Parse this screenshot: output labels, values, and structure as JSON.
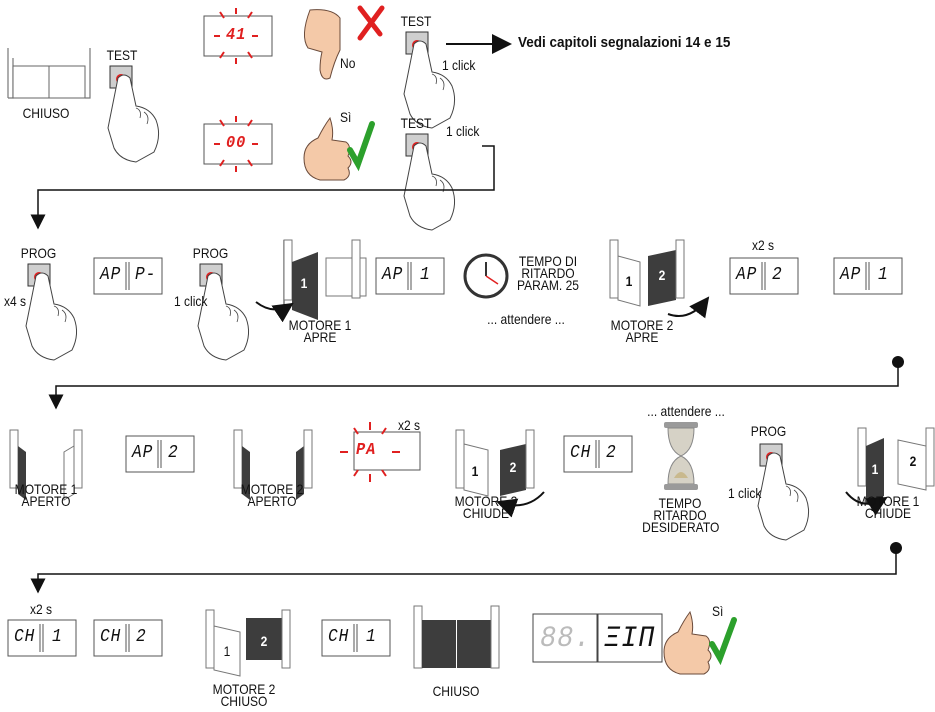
{
  "row1": {
    "gate_label": "CHIUSO",
    "test_label": "TEST",
    "err_display": "41",
    "no_label": "No",
    "test_label_2": "TEST",
    "one_click": "1 click",
    "see_chapters": "Vedi capitoli segnalazioni 14 e 15",
    "ok_display": "00",
    "si_label": "Sì",
    "test_label_3": "TEST",
    "one_click_2": "1 click"
  },
  "row2": {
    "prog_label": "PROG",
    "x4s": "x4 s",
    "disp1_a": "AP",
    "disp1_b": "P-",
    "prog_label_2": "PROG",
    "one_click": "1 click",
    "motor1_num": "1",
    "motor1_label_1": "MOTORE 1",
    "motor1_label_2": "APRE",
    "disp2_a": "AP",
    "disp2_b": "1",
    "delay_1": "TEMPO DI",
    "delay_2": "RITARDO",
    "delay_3": "PARAM. 25",
    "wait": "... attendere ...",
    "m2_num_a": "1",
    "m2_num_b": "2",
    "motor2_label_1": "MOTORE 2",
    "motor2_label_2": "APRE",
    "x2s": "x2 s",
    "disp3_a": "AP",
    "disp3_b": "2",
    "disp4_a": "AP",
    "disp4_b": "1"
  },
  "row3": {
    "m1_open_1": "MOTORE 1",
    "m1_open_2": "APERTO",
    "disp1_a": "AP",
    "disp1_b": "2",
    "m2_open_1": "MOTORE 2",
    "m2_open_2": "APERTO",
    "pa_display": "PA",
    "x2s": "x2 s",
    "m2_num_a": "1",
    "m2_num_b": "2",
    "m2_close_1": "MOTORE 2",
    "m2_close_2": "CHIUDE",
    "disp2_a": "CH",
    "disp2_b": "2",
    "wait": "... attendere ...",
    "t1": "TEMPO",
    "t2": "RITARDO",
    "t3": "DESIDERATO",
    "prog_label": "PROG",
    "one_click": "1 click",
    "m1_num_a": "1",
    "m1_num_b": "2",
    "m1_close_1": "MOTORE 1",
    "m1_close_2": "CHIUDE"
  },
  "row4": {
    "x2s": "x2 s",
    "disp1_a": "CH",
    "disp1_b": "1",
    "disp2_a": "CH",
    "disp2_b": "2",
    "m2_num_a": "1",
    "m2_num_b": "2",
    "m2_closed_1": "MOTORE 2",
    "m2_closed_2": "CHIUSO",
    "disp3_a": "CH",
    "disp3_b": "1",
    "gate_label": "CHIUSO",
    "seg_left": "88.",
    "seg_right": "ΞΙΠ",
    "si_label": "Sì"
  },
  "colors": {
    "red": "#e02020",
    "green": "#2ca02c",
    "dark_leaf": "#3d3d3d",
    "hand": "#f4c9a8"
  }
}
